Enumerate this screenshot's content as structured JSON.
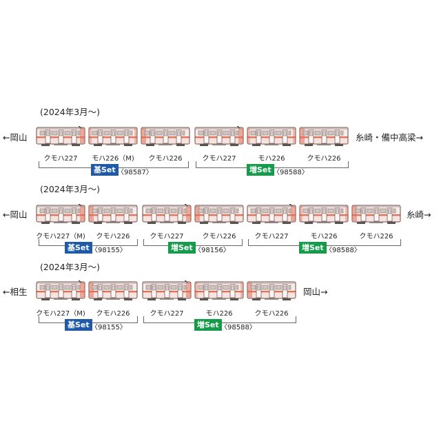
{
  "formations": [
    {
      "date": "(2024年3月～)",
      "left_dir": "←岡山",
      "right_dir": "糸崎・備中高梁→",
      "cars": [
        "クモハ227",
        "モハ226（M)",
        "クモハ226",
        "クモハ227",
        "モハ226",
        "クモハ226"
      ],
      "sets": [
        {
          "badge": "基Set",
          "type": "kihon",
          "code": "〈98587〉"
        },
        {
          "badge": "増Set",
          "type": "zou",
          "code": "〈98588〉"
        }
      ]
    },
    {
      "date": "(2024年3月～)",
      "left_dir": "←岡山",
      "right_dir": "糸崎→",
      "cars": [
        "クモハ227（M)",
        "クモハ226",
        "クモハ227",
        "クモハ226",
        "クモハ227",
        "モハ226",
        "クモハ226"
      ],
      "sets": [
        {
          "badge": "基Set",
          "type": "kihon",
          "code": "〈98155〉"
        },
        {
          "badge": "増Set",
          "type": "zou",
          "code": "〈98156〉"
        },
        {
          "badge": "増Set",
          "type": "zou",
          "code": "〈98588〉"
        }
      ]
    },
    {
      "date": "(2024年3月～)",
      "left_dir": "←相生",
      "right_dir": "岡山→",
      "cars": [
        "クモハ227（M)",
        "クモハ226",
        "クモハ227",
        "モハ226",
        "クモハ226"
      ],
      "sets": [
        {
          "badge": "基Set",
          "type": "kihon",
          "code": "〈98155〉"
        },
        {
          "badge": "増Set",
          "type": "zou",
          "code": "〈98588〉"
        }
      ]
    }
  ],
  "colors": {
    "car_body": "#f3ecea",
    "car_stripe": "#e0735a",
    "car_outline": "#6b4a44",
    "kihon": "#1e5aa8",
    "zou": "#159b4a"
  }
}
